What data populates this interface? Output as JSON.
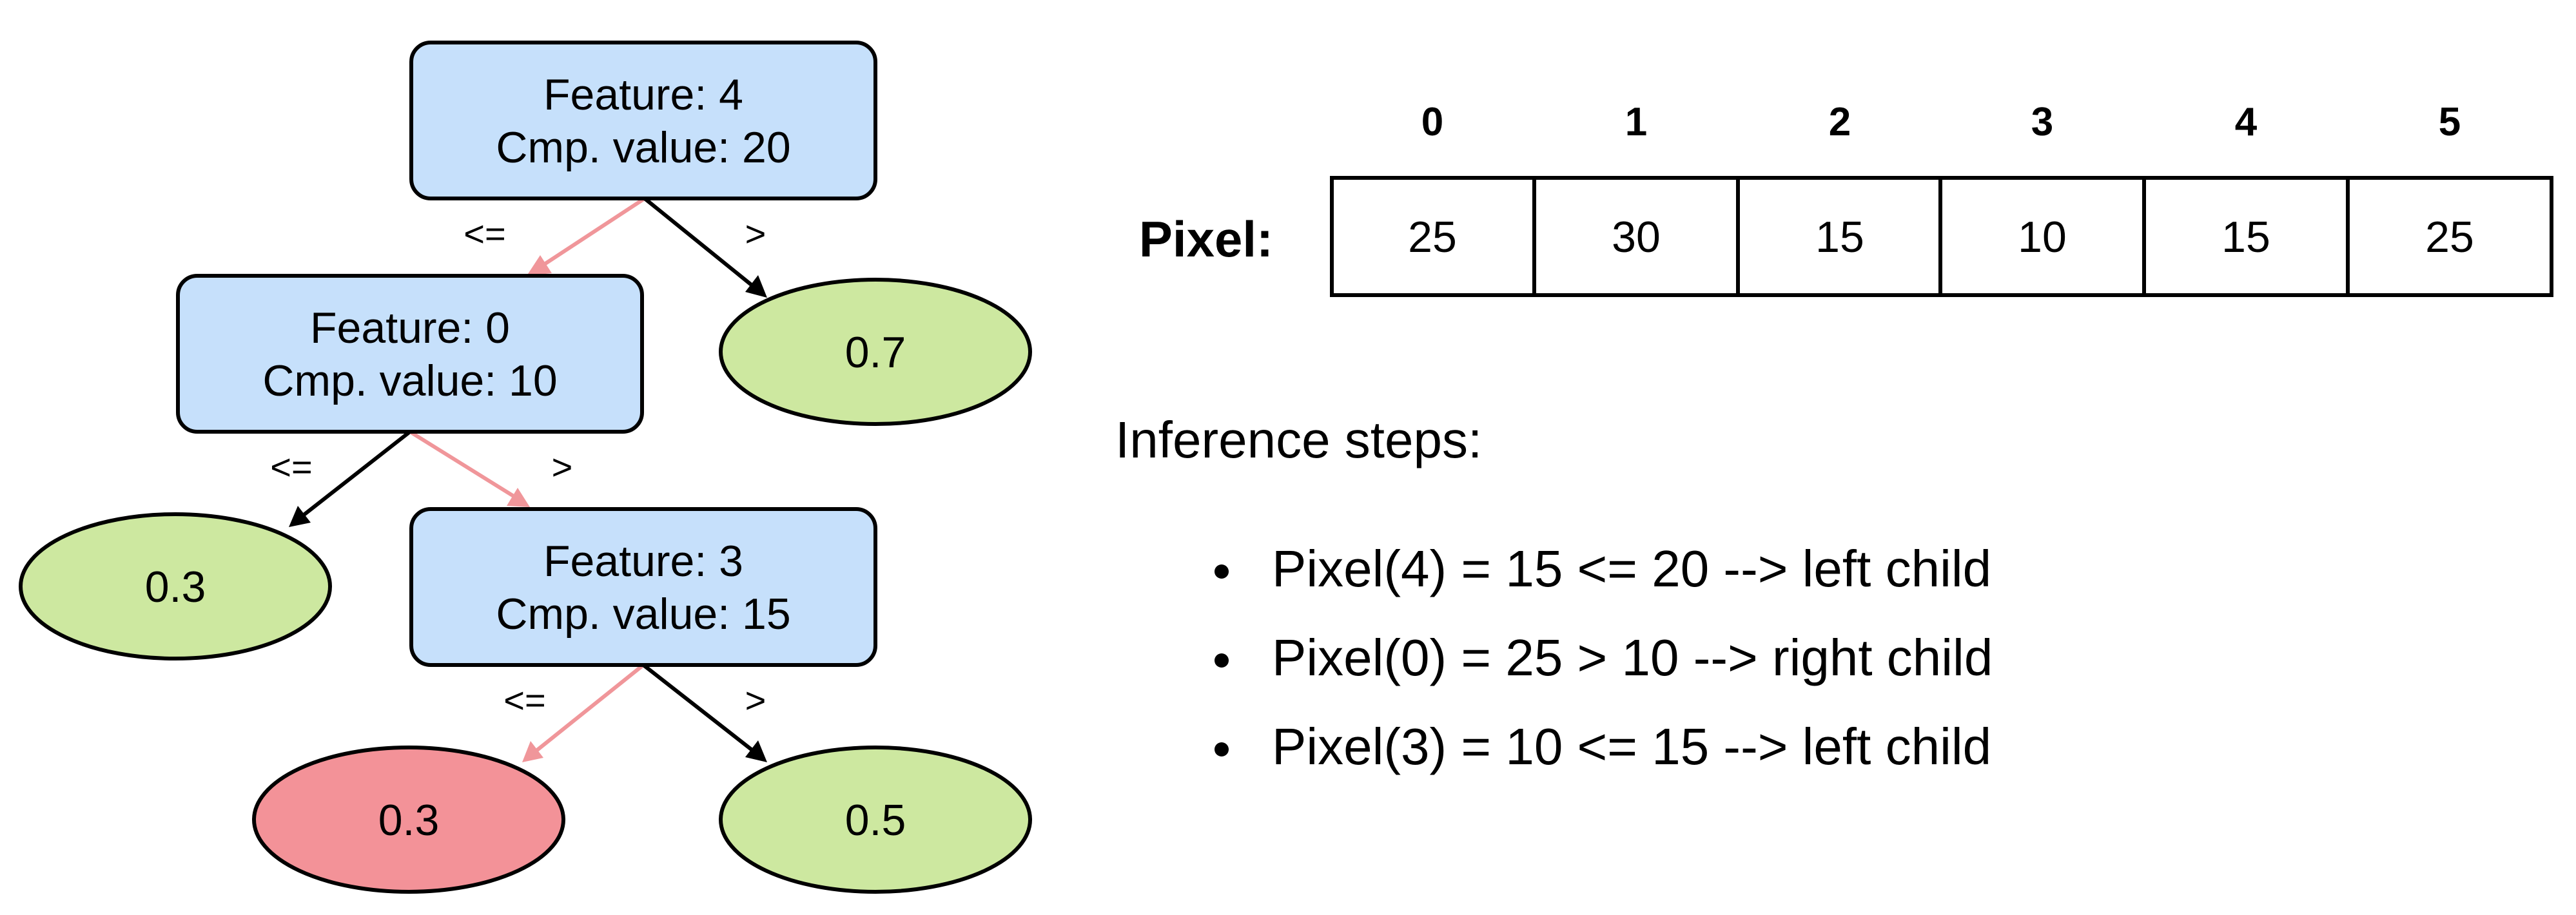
{
  "colors": {
    "split_node_fill": "#c6e0fb",
    "leaf_fill": "#cde8a0",
    "selected_leaf_fill": "#f39298",
    "path_edge": "#f0969a",
    "normal_edge": "#000000"
  },
  "tree": {
    "root": {
      "feature": "Feature: 4",
      "cmp": "Cmp. value: 20"
    },
    "root_left_label": "<=",
    "root_right_label": ">",
    "root_right_leaf": "0.7",
    "n1": {
      "feature": "Feature: 0",
      "cmp": "Cmp. value: 10"
    },
    "n1_left_label": "<=",
    "n1_right_label": ">",
    "n1_left_leaf": "0.3",
    "n2": {
      "feature": "Feature: 3",
      "cmp": "Cmp. value: 15"
    },
    "n2_left_label": "<=",
    "n2_right_label": ">",
    "n2_left_leaf": "0.3",
    "n2_right_leaf": "0.5"
  },
  "pixel_table": {
    "label": "Pixel:",
    "indices": [
      "0",
      "1",
      "2",
      "3",
      "4",
      "5"
    ],
    "values": [
      "25",
      "30",
      "15",
      "10",
      "15",
      "25"
    ]
  },
  "inference": {
    "title": "Inference steps:",
    "steps": [
      "Pixel(4) = 15 <= 20 --> left child",
      "Pixel(0) = 25 > 10 --> right child",
      "Pixel(3) = 10 <= 15 --> left child"
    ]
  }
}
